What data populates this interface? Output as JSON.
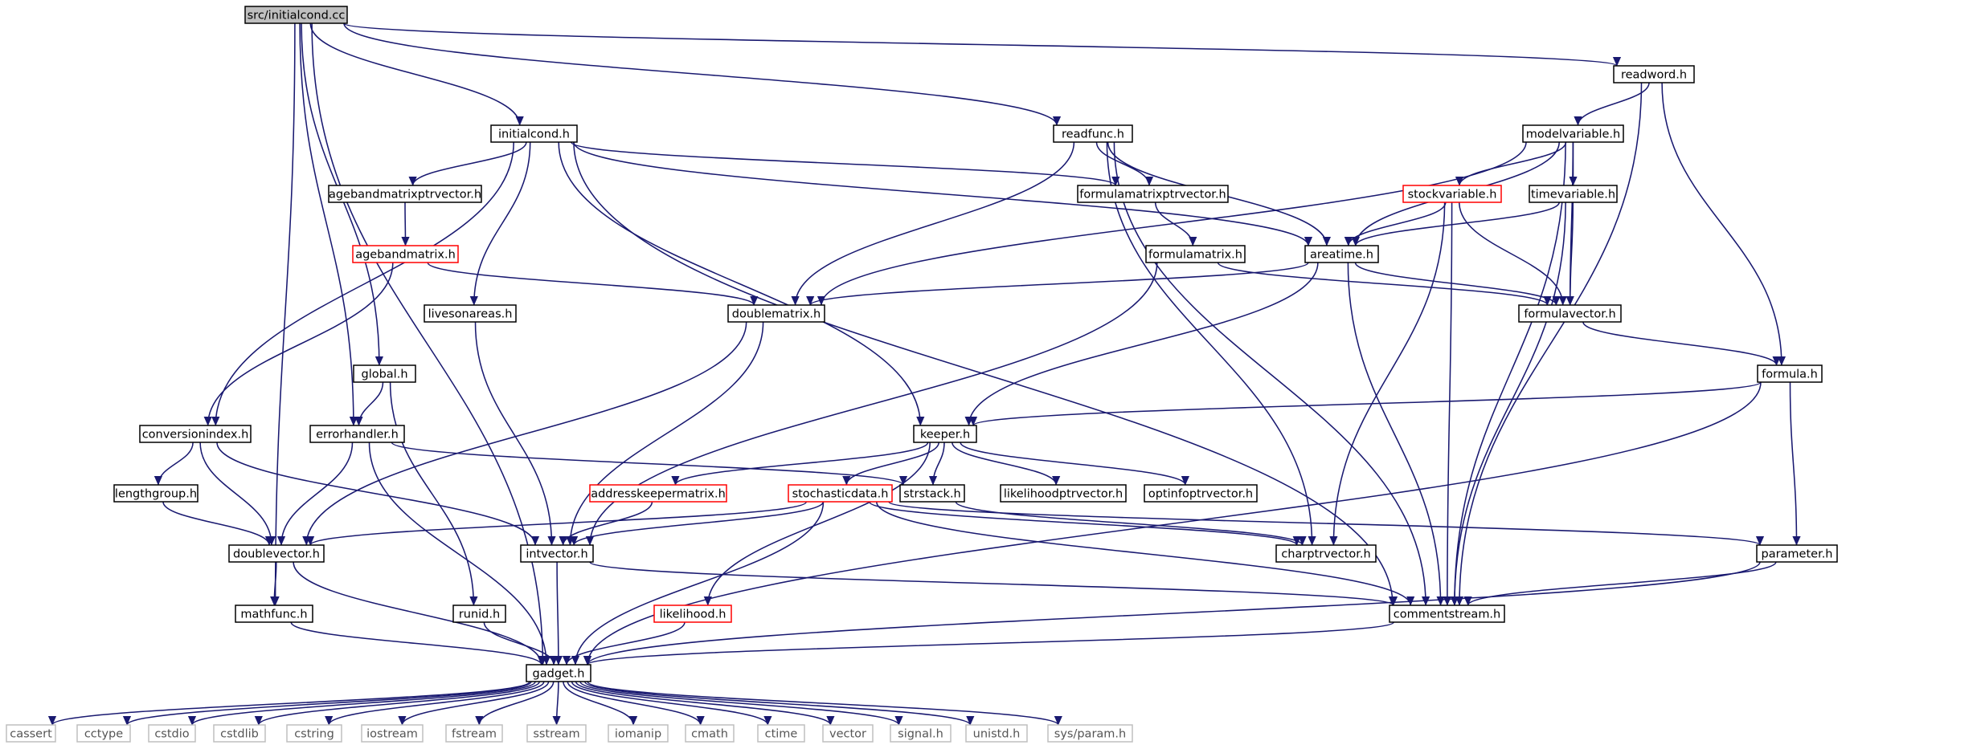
{
  "colors": {
    "edge": "#191970",
    "normal_border": "#000000",
    "missing_border": "#ff0000",
    "system_border": "#bfbfbf",
    "root_fill": "#bfbfbf",
    "fill": "#ffffff"
  },
  "nodes": [
    {
      "id": "root",
      "label": "src/initialcond.cc",
      "kind": "root"
    },
    {
      "id": "readword",
      "label": "readword.h",
      "kind": "normal"
    },
    {
      "id": "initialcond",
      "label": "initialcond.h",
      "kind": "normal"
    },
    {
      "id": "readfunc",
      "label": "readfunc.h",
      "kind": "normal"
    },
    {
      "id": "modelvariable",
      "label": "modelvariable.h",
      "kind": "normal"
    },
    {
      "id": "agebandptr",
      "label": "agebandmatrixptrvector.h",
      "kind": "normal"
    },
    {
      "id": "formulamatrixptr",
      "label": "formulamatrixptrvector.h",
      "kind": "normal"
    },
    {
      "id": "stockvariable",
      "label": "stockvariable.h",
      "kind": "missing"
    },
    {
      "id": "timevariable",
      "label": "timevariable.h",
      "kind": "normal"
    },
    {
      "id": "agebandmatrix",
      "label": "agebandmatrix.h",
      "kind": "missing"
    },
    {
      "id": "formulamatrix",
      "label": "formulamatrix.h",
      "kind": "normal"
    },
    {
      "id": "areatime",
      "label": "areatime.h",
      "kind": "normal"
    },
    {
      "id": "livesonareas",
      "label": "livesonareas.h",
      "kind": "normal"
    },
    {
      "id": "doublematrix",
      "label": "doublematrix.h",
      "kind": "normal"
    },
    {
      "id": "formulavector",
      "label": "formulavector.h",
      "kind": "normal"
    },
    {
      "id": "global",
      "label": "global.h",
      "kind": "normal"
    },
    {
      "id": "formula",
      "label": "formula.h",
      "kind": "normal"
    },
    {
      "id": "conversionindex",
      "label": "conversionindex.h",
      "kind": "normal"
    },
    {
      "id": "errorhandler",
      "label": "errorhandler.h",
      "kind": "normal"
    },
    {
      "id": "keeper",
      "label": "keeper.h",
      "kind": "normal"
    },
    {
      "id": "lengthgroup",
      "label": "lengthgroup.h",
      "kind": "normal"
    },
    {
      "id": "addresskeeper",
      "label": "addresskeepermatrix.h",
      "kind": "missing"
    },
    {
      "id": "strstack",
      "label": "strstack.h",
      "kind": "normal"
    },
    {
      "id": "likelihoodptr",
      "label": "likelihoodptrvector.h",
      "kind": "normal"
    },
    {
      "id": "optinfo",
      "label": "optinfoptrvector.h",
      "kind": "normal"
    },
    {
      "id": "stochasticdata",
      "label": "stochasticdata.h",
      "kind": "missing"
    },
    {
      "id": "doublevector",
      "label": "doublevector.h",
      "kind": "normal"
    },
    {
      "id": "intvector",
      "label": "intvector.h",
      "kind": "normal"
    },
    {
      "id": "charptrvector",
      "label": "charptrvector.h",
      "kind": "normal"
    },
    {
      "id": "parameter",
      "label": "parameter.h",
      "kind": "normal"
    },
    {
      "id": "mathfunc",
      "label": "mathfunc.h",
      "kind": "normal"
    },
    {
      "id": "runid",
      "label": "runid.h",
      "kind": "normal"
    },
    {
      "id": "likelihood",
      "label": "likelihood.h",
      "kind": "missing"
    },
    {
      "id": "commentstream",
      "label": "commentstream.h",
      "kind": "normal"
    },
    {
      "id": "gadget",
      "label": "gadget.h",
      "kind": "normal"
    },
    {
      "id": "cassert",
      "label": "cassert",
      "kind": "system"
    },
    {
      "id": "cctype",
      "label": "cctype",
      "kind": "system"
    },
    {
      "id": "cstdio",
      "label": "cstdio",
      "kind": "system"
    },
    {
      "id": "cstdlib",
      "label": "cstdlib",
      "kind": "system"
    },
    {
      "id": "cstring",
      "label": "cstring",
      "kind": "system"
    },
    {
      "id": "iostream",
      "label": "iostream",
      "kind": "system"
    },
    {
      "id": "fstream",
      "label": "fstream",
      "kind": "system"
    },
    {
      "id": "sstream",
      "label": "sstream",
      "kind": "system"
    },
    {
      "id": "iomanip",
      "label": "iomanip",
      "kind": "system"
    },
    {
      "id": "cmath",
      "label": "cmath",
      "kind": "system"
    },
    {
      "id": "ctime",
      "label": "ctime",
      "kind": "system"
    },
    {
      "id": "vector",
      "label": "vector",
      "kind": "system"
    },
    {
      "id": "signal",
      "label": "signal.h",
      "kind": "system"
    },
    {
      "id": "unistd",
      "label": "unistd.h",
      "kind": "system"
    },
    {
      "id": "sysparam",
      "label": "sys/param.h",
      "kind": "system"
    }
  ],
  "edges": [
    [
      "root",
      "readword"
    ],
    [
      "root",
      "initialcond"
    ],
    [
      "root",
      "readfunc"
    ],
    [
      "root",
      "global"
    ],
    [
      "root",
      "errorhandler"
    ],
    [
      "root",
      "mathfunc"
    ],
    [
      "root",
      "gadget"
    ],
    [
      "readword",
      "modelvariable"
    ],
    [
      "readword",
      "formula"
    ],
    [
      "readword",
      "commentstream"
    ],
    [
      "initialcond",
      "agebandptr"
    ],
    [
      "initialcond",
      "formulamatrixptr"
    ],
    [
      "initialcond",
      "areatime"
    ],
    [
      "initialcond",
      "livesonareas"
    ],
    [
      "initialcond",
      "conversionindex"
    ],
    [
      "initialcond",
      "keeper"
    ],
    [
      "initialcond",
      "commentstream"
    ],
    [
      "readfunc",
      "formulamatrixptr"
    ],
    [
      "readfunc",
      "areatime"
    ],
    [
      "readfunc",
      "doublematrix"
    ],
    [
      "readfunc",
      "charptrvector"
    ],
    [
      "readfunc",
      "commentstream"
    ],
    [
      "modelvariable",
      "stockvariable"
    ],
    [
      "modelvariable",
      "timevariable"
    ],
    [
      "modelvariable",
      "areatime"
    ],
    [
      "modelvariable",
      "doublematrix"
    ],
    [
      "modelvariable",
      "formulavector"
    ],
    [
      "modelvariable",
      "commentstream"
    ],
    [
      "agebandptr",
      "agebandmatrix"
    ],
    [
      "formulamatrixptr",
      "formulamatrix"
    ],
    [
      "stockvariable",
      "areatime"
    ],
    [
      "stockvariable",
      "formulavector"
    ],
    [
      "stockvariable",
      "charptrvector"
    ],
    [
      "stockvariable",
      "commentstream"
    ],
    [
      "timevariable",
      "areatime"
    ],
    [
      "timevariable",
      "formulavector"
    ],
    [
      "timevariable",
      "commentstream"
    ],
    [
      "agebandmatrix",
      "doublematrix"
    ],
    [
      "agebandmatrix",
      "conversionindex"
    ],
    [
      "formulamatrix",
      "formulavector"
    ],
    [
      "formulamatrix",
      "intvector"
    ],
    [
      "areatime",
      "doublematrix"
    ],
    [
      "areatime",
      "formulavector"
    ],
    [
      "areatime",
      "keeper"
    ],
    [
      "areatime",
      "commentstream"
    ],
    [
      "livesonareas",
      "intvector"
    ],
    [
      "doublematrix",
      "doublevector"
    ],
    [
      "doublematrix",
      "intvector"
    ],
    [
      "formulavector",
      "formula"
    ],
    [
      "global",
      "errorhandler"
    ],
    [
      "global",
      "runid"
    ],
    [
      "formula",
      "keeper"
    ],
    [
      "formula",
      "parameter"
    ],
    [
      "formula",
      "gadget"
    ],
    [
      "conversionindex",
      "lengthgroup"
    ],
    [
      "conversionindex",
      "doublevector"
    ],
    [
      "conversionindex",
      "intvector"
    ],
    [
      "errorhandler",
      "strstack"
    ],
    [
      "errorhandler",
      "doublevector"
    ],
    [
      "errorhandler",
      "gadget"
    ],
    [
      "keeper",
      "addresskeeper"
    ],
    [
      "keeper",
      "strstack"
    ],
    [
      "keeper",
      "likelihoodptr"
    ],
    [
      "keeper",
      "optinfo"
    ],
    [
      "keeper",
      "stochasticdata"
    ],
    [
      "keeper",
      "likelihood"
    ],
    [
      "lengthgroup",
      "doublevector"
    ],
    [
      "addresskeeper",
      "intvector"
    ],
    [
      "strstack",
      "charptrvector"
    ],
    [
      "stochasticdata",
      "doublevector"
    ],
    [
      "stochasticdata",
      "intvector"
    ],
    [
      "stochasticdata",
      "charptrvector"
    ],
    [
      "stochasticdata",
      "parameter"
    ],
    [
      "stochasticdata",
      "commentstream"
    ],
    [
      "stochasticdata",
      "gadget"
    ],
    [
      "doublevector",
      "mathfunc"
    ],
    [
      "doublevector",
      "gadget"
    ],
    [
      "intvector",
      "commentstream"
    ],
    [
      "intvector",
      "gadget"
    ],
    [
      "parameter",
      "commentstream"
    ],
    [
      "parameter",
      "gadget"
    ],
    [
      "mathfunc",
      "gadget"
    ],
    [
      "runid",
      "gadget"
    ],
    [
      "likelihood",
      "gadget"
    ],
    [
      "commentstream",
      "gadget"
    ],
    [
      "gadget",
      "cassert"
    ],
    [
      "gadget",
      "cctype"
    ],
    [
      "gadget",
      "cstdio"
    ],
    [
      "gadget",
      "cstdlib"
    ],
    [
      "gadget",
      "cstring"
    ],
    [
      "gadget",
      "iostream"
    ],
    [
      "gadget",
      "fstream"
    ],
    [
      "gadget",
      "sstream"
    ],
    [
      "gadget",
      "iomanip"
    ],
    [
      "gadget",
      "cmath"
    ],
    [
      "gadget",
      "ctime"
    ],
    [
      "gadget",
      "vector"
    ],
    [
      "gadget",
      "signal"
    ],
    [
      "gadget",
      "unistd"
    ],
    [
      "gadget",
      "sysparam"
    ]
  ]
}
